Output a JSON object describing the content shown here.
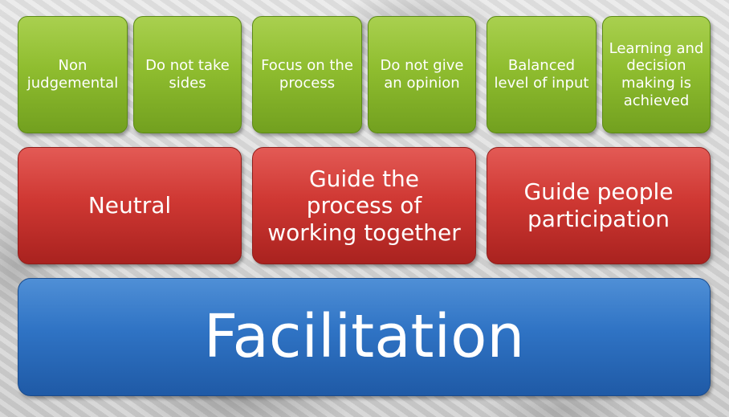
{
  "top_row": [
    {
      "label": "Non judgemental"
    },
    {
      "label": "Do not take sides"
    },
    {
      "label": "Focus on the process"
    },
    {
      "label": "Do not give an opinion"
    },
    {
      "label": "Balanced level of input"
    },
    {
      "label": "Learning and decision making is achieved"
    }
  ],
  "middle_row": [
    {
      "label": "Neutral"
    },
    {
      "label": "Guide the process of working together"
    },
    {
      "label": "Guide people participation"
    }
  ],
  "base": {
    "label": "Facilitation"
  },
  "colors": {
    "green": "#8fbd2f",
    "red": "#cf3833",
    "blue": "#2f73c4"
  }
}
